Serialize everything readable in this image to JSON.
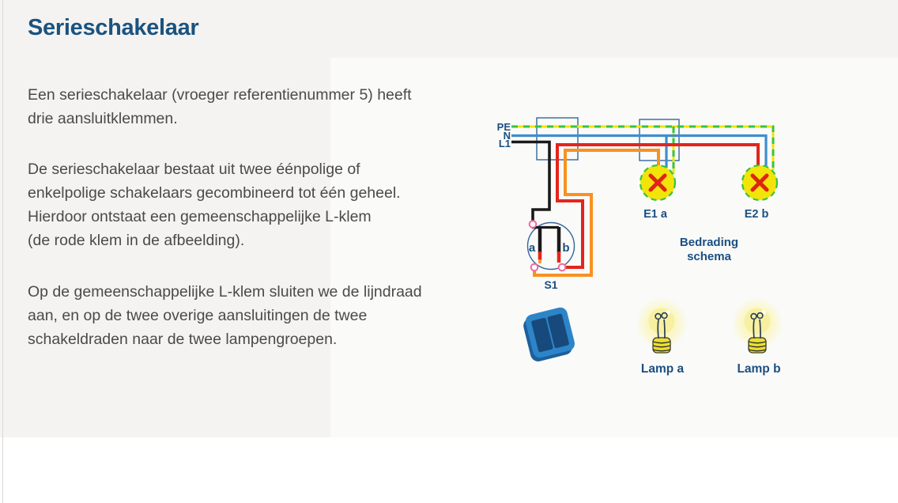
{
  "page": {
    "title": "Serieschakelaar",
    "paragraphs": [
      "Een serieschakelaar (vroeger referentienummer 5) heeft\ndrie aansluitklemmen.",
      "De serieschakelaar bestaat uit twee éénpolige of\nenkelpolige schakelaars gecombineerd tot één geheel.\nHierdoor ontstaat een gemeenschappelijke L-klem\n(de rode klem in de afbeelding).",
      "Op de gemeenschappelijke L-klem sluiten we de lijndraad\naan, en op de twee overige aansluitingen de twee\nschakeldraden naar de twee lampengroepen."
    ]
  },
  "diagram": {
    "feed_labels": {
      "pe": "PE",
      "n": "N",
      "l1": "L1"
    },
    "junction_box_count": 2,
    "lamp_symbols": [
      {
        "label": "E1 a"
      },
      {
        "label": "E2 b"
      }
    ],
    "switch_symbol": {
      "label": "S1",
      "contact_a": "a",
      "contact_b": "b"
    },
    "caption": {
      "line1": "Bedrading",
      "line2": "schema"
    },
    "lamp_icons": [
      {
        "label": "Lamp a"
      },
      {
        "label": "Lamp b"
      }
    ],
    "colors": {
      "heading_blue": "#1a537f",
      "body_text_gray": "#4b4a47",
      "diagram_label_blue": "#1b4f82",
      "wire_pe_yellow": "#f0e40a",
      "wire_pe_green": "#35c440",
      "wire_neutral_blue": "#3f8dcc",
      "wire_line_black": "#1a1a1a",
      "wire_common_red": "#e4251c",
      "wire_switched_orange": "#f79221",
      "symbol_outline_blue": "#33679c",
      "lamp_fill": "#f2e409",
      "lamp_cross_red": "#df2413",
      "terminal_pink": "#f06a9e",
      "switch_icon_blue": "#2d85c8",
      "switch_icon_dark": "#17497d",
      "bulb_base_yellow": "#ebdf2e"
    }
  }
}
